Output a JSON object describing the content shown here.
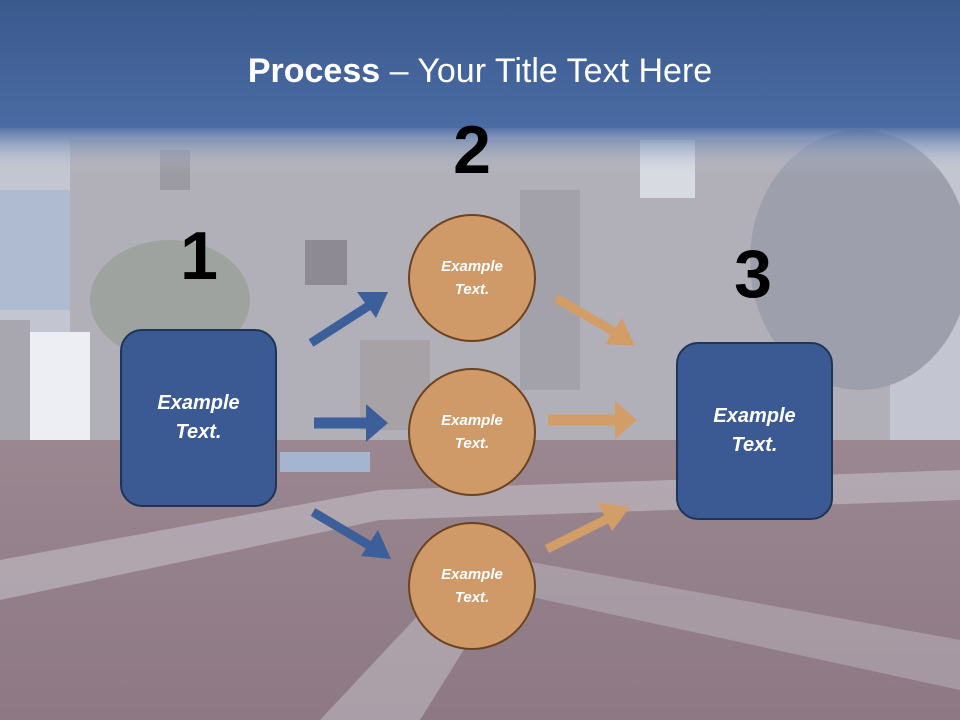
{
  "title": {
    "bold": "Process",
    "rest": " – Your Title Text Here"
  },
  "colors": {
    "header": "#3d5f95",
    "box": "#3b5a93",
    "circle": "#cf9a67",
    "arrow_blue": "#3c5f9b",
    "arrow_tan": "#d39d68"
  },
  "steps": {
    "one": "1",
    "two": "2",
    "three": "3"
  },
  "left_box": "Example\nText.",
  "right_box": "Example\nText.",
  "circles": [
    "Example\nText.",
    "Example\nText.",
    "Example\nText."
  ]
}
